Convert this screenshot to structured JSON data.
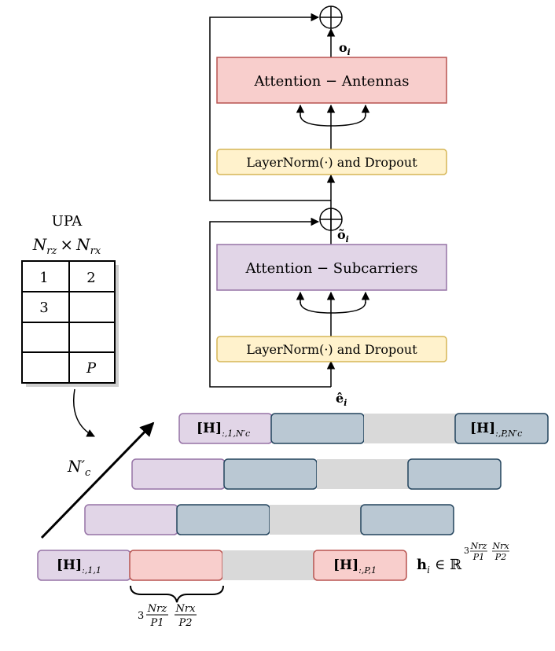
{
  "blocks": {
    "attention_antennas": "Attention − Antennas",
    "layernorm_top": "LayerNorm(·) and Dropout",
    "attention_subcarriers": "Attention − Subcarriers",
    "layernorm_bottom": "LayerNorm(·) and Dropout"
  },
  "signals": {
    "output": "o",
    "output_sub": "i",
    "mid": "õ",
    "mid_sub": "i",
    "input": "ê",
    "input_sub": "i"
  },
  "upa": {
    "title": "UPA",
    "dims_a": "N",
    "dims_a_sub": "rz",
    "times": "×",
    "dims_b": "N",
    "dims_b_sub": "rx",
    "cells": [
      "1",
      "2",
      "3",
      "",
      "",
      "",
      "",
      "P"
    ]
  },
  "depth_label": {
    "main": "N′",
    "sub": "c"
  },
  "token_labels": {
    "front_first": "[H]",
    "front_first_sub": ":,1,1",
    "front_last": "[H]",
    "front_last_sub": ":,P,1",
    "back_first": "[H]",
    "back_first_sub": ":,1,N′c",
    "back_last": "[H]",
    "back_last_sub": ":,P,N′c"
  },
  "hi_label": {
    "h": "h",
    "sub": "i",
    "in": "∈",
    "R": "ℝ",
    "exp": "3·(Nrz/P1)·(Nrx/P2)"
  },
  "brace_label": {
    "three": "3",
    "n1": "Nrz",
    "d1": "P1",
    "n2": "Nrx",
    "d2": "P2"
  },
  "colors": {
    "purple_fill": "#e1d5e7",
    "purple_stroke": "#9673a6",
    "red_fill": "#f8cecc",
    "red_stroke": "#b85450",
    "yellow_fill": "#fff2cc",
    "yellow_stroke": "#d6b656",
    "blue_fill": "#bac8d3",
    "blue_stroke": "#23445d",
    "gray_fill": "#d9d9d9"
  }
}
